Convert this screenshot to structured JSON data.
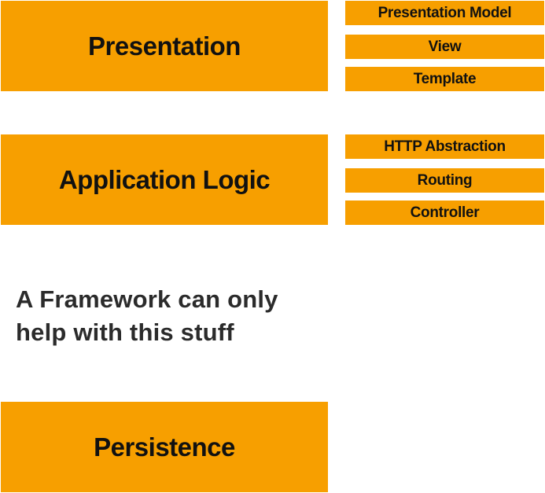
{
  "layers": {
    "presentation": {
      "label": "Presentation",
      "components": [
        "Presentation Model",
        "View",
        "Template"
      ]
    },
    "application_logic": {
      "label": "Application Logic",
      "components": [
        "HTTP Abstraction",
        "Routing",
        "Controller"
      ]
    },
    "persistence": {
      "label": "Persistence"
    }
  },
  "note": {
    "line1": "A Framework can only",
    "line2": "help with this stuff"
  },
  "colors": {
    "block_fill": "#f79f00",
    "block_text": "#111111",
    "note_text": "#2b2b2b"
  }
}
